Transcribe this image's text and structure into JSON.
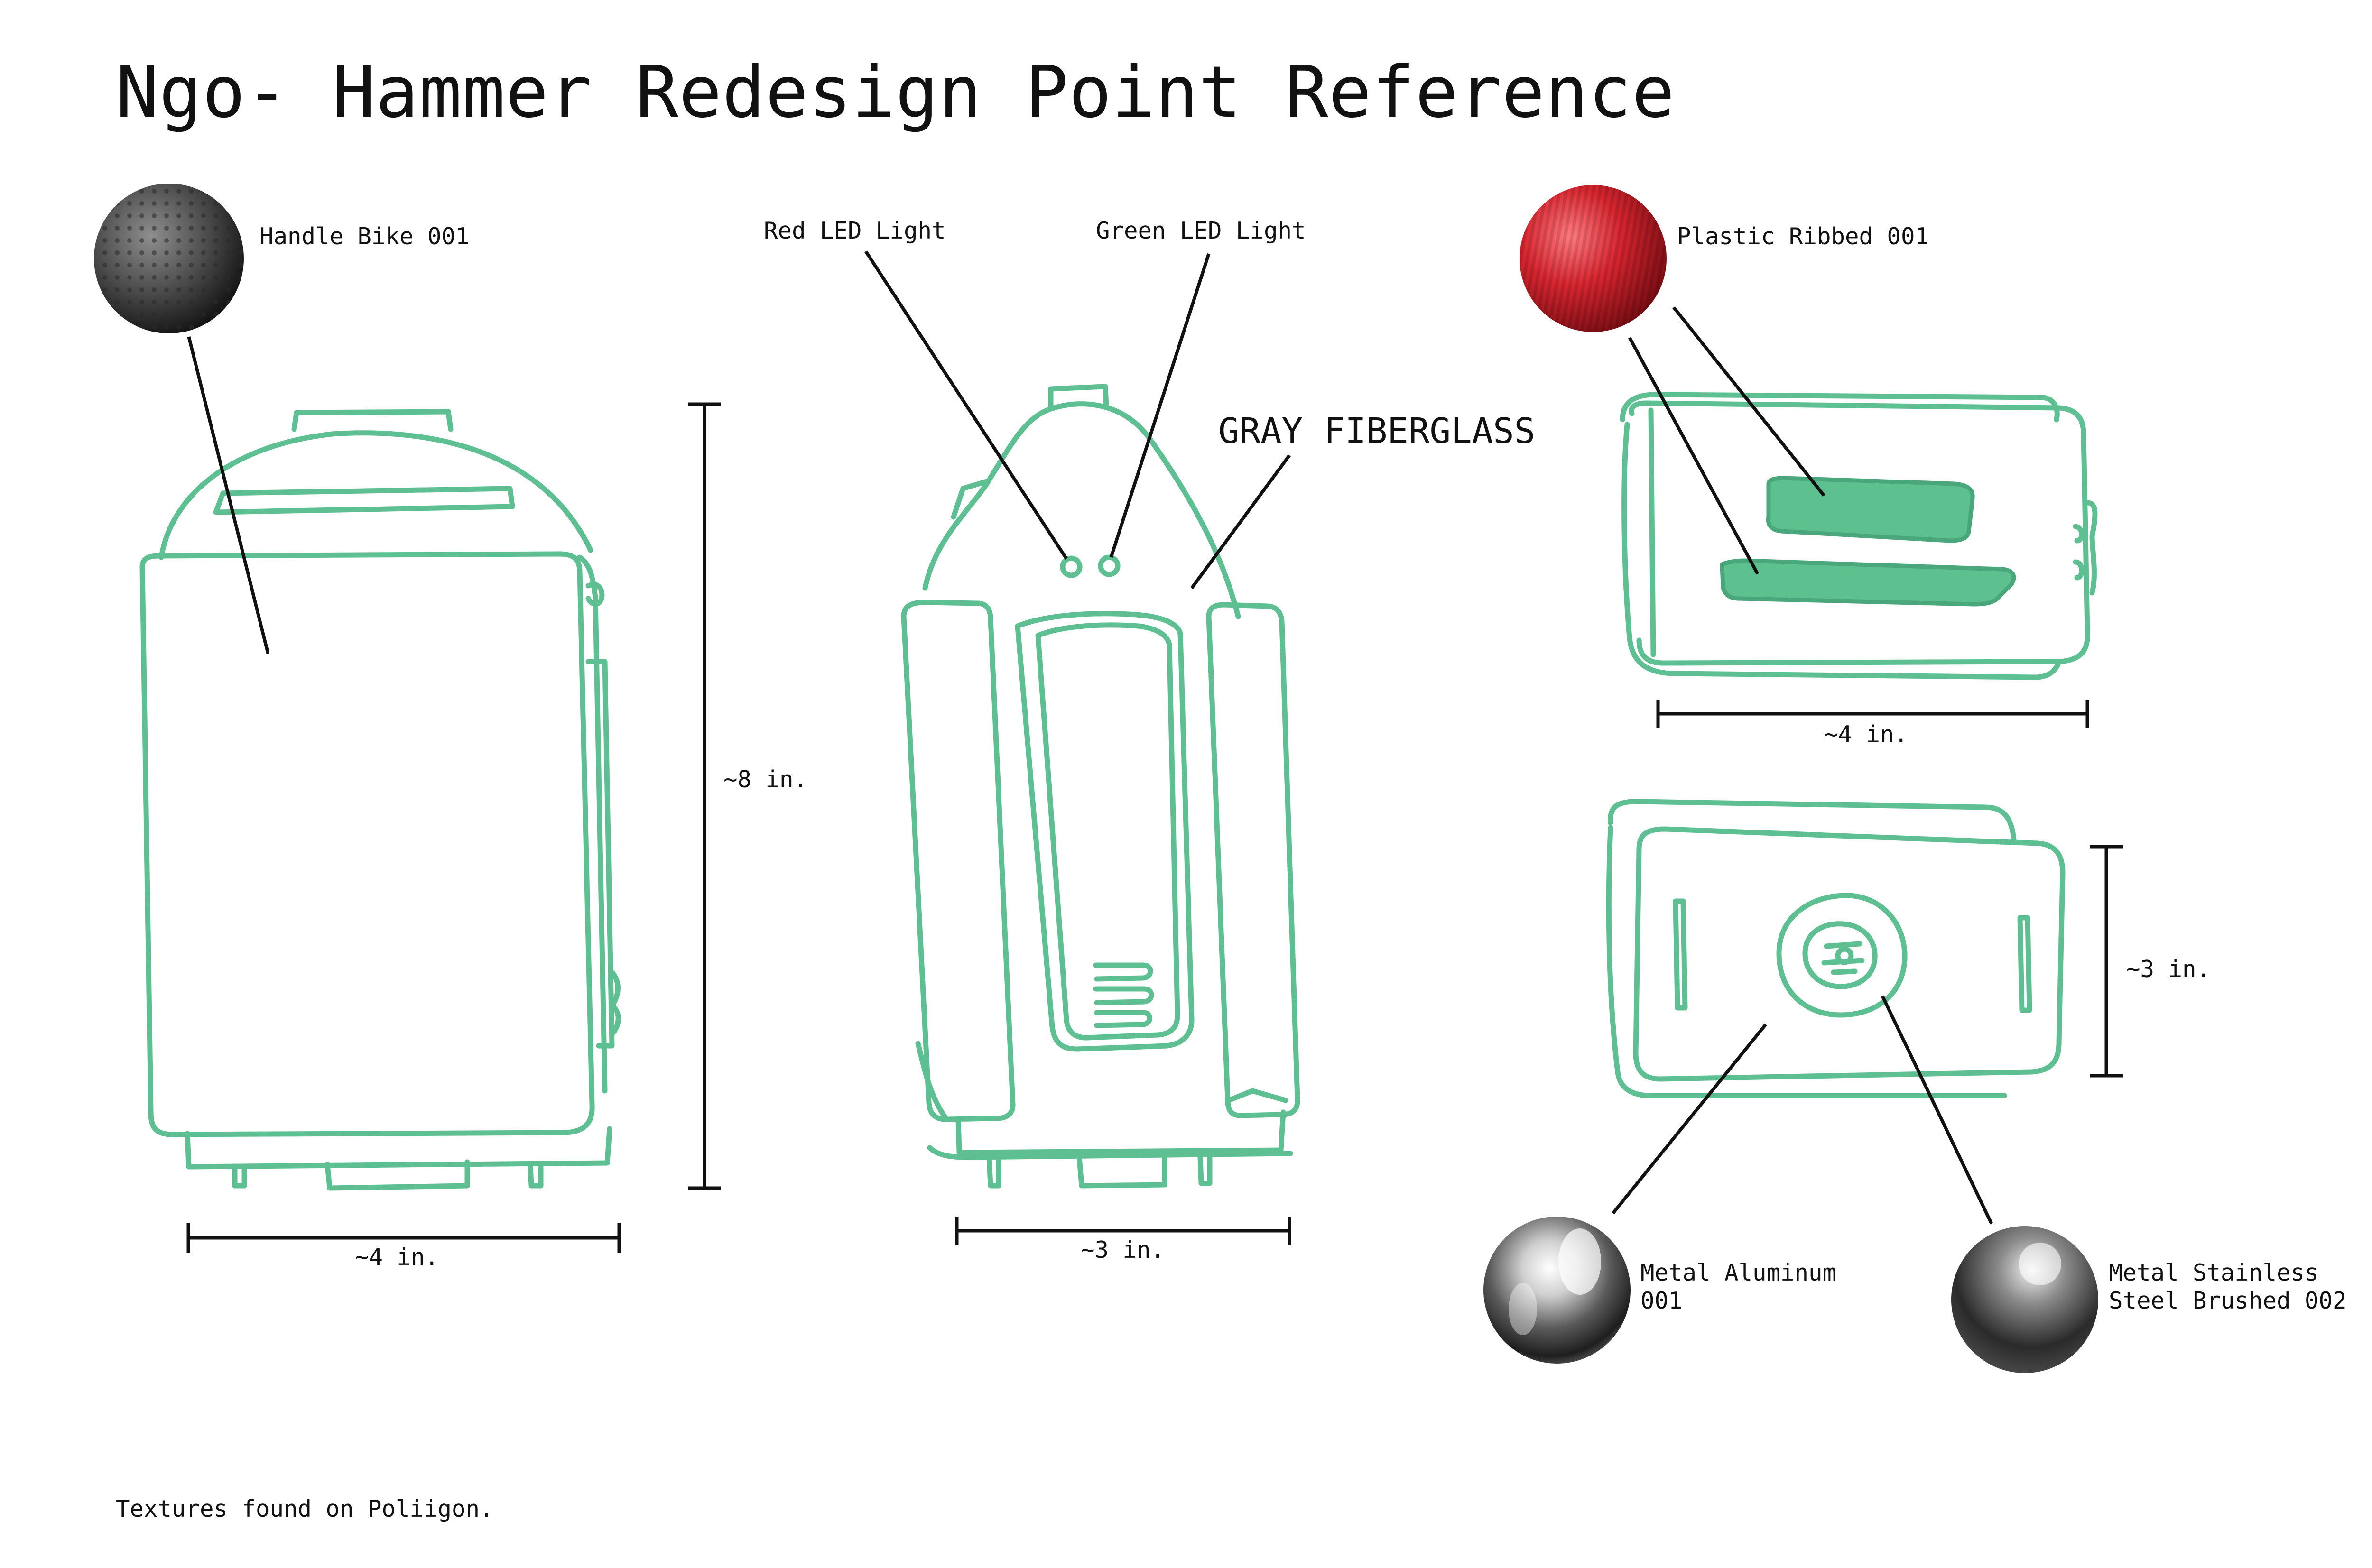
{
  "title": "Ngo- Hammer Redesign Point Reference",
  "labels": {
    "handle_bike": "Handle Bike 001",
    "red_led": "Red LED Light",
    "green_led": "Green LED Light",
    "gray_fiberglass": "GRAY FIBERGLASS",
    "plastic_ribbed": "Plastic Ribbed 001",
    "metal_aluminum": "Metal Aluminum\n001",
    "metal_stainless": "Metal Stainless\nSteel Brushed 002"
  },
  "dimensions": {
    "front_height": "~8 in.",
    "front_width": "~4 in.",
    "side_width": "~3 in.",
    "top_width": "~4 in.",
    "bottom_height": "~3 in."
  },
  "footer": "Textures found on Poliigon.",
  "colors": {
    "sketch_green": "#5dbf92",
    "sketch_fill": "#5cc08f",
    "ink": "#111111",
    "red_sphere": "#d8252f"
  }
}
